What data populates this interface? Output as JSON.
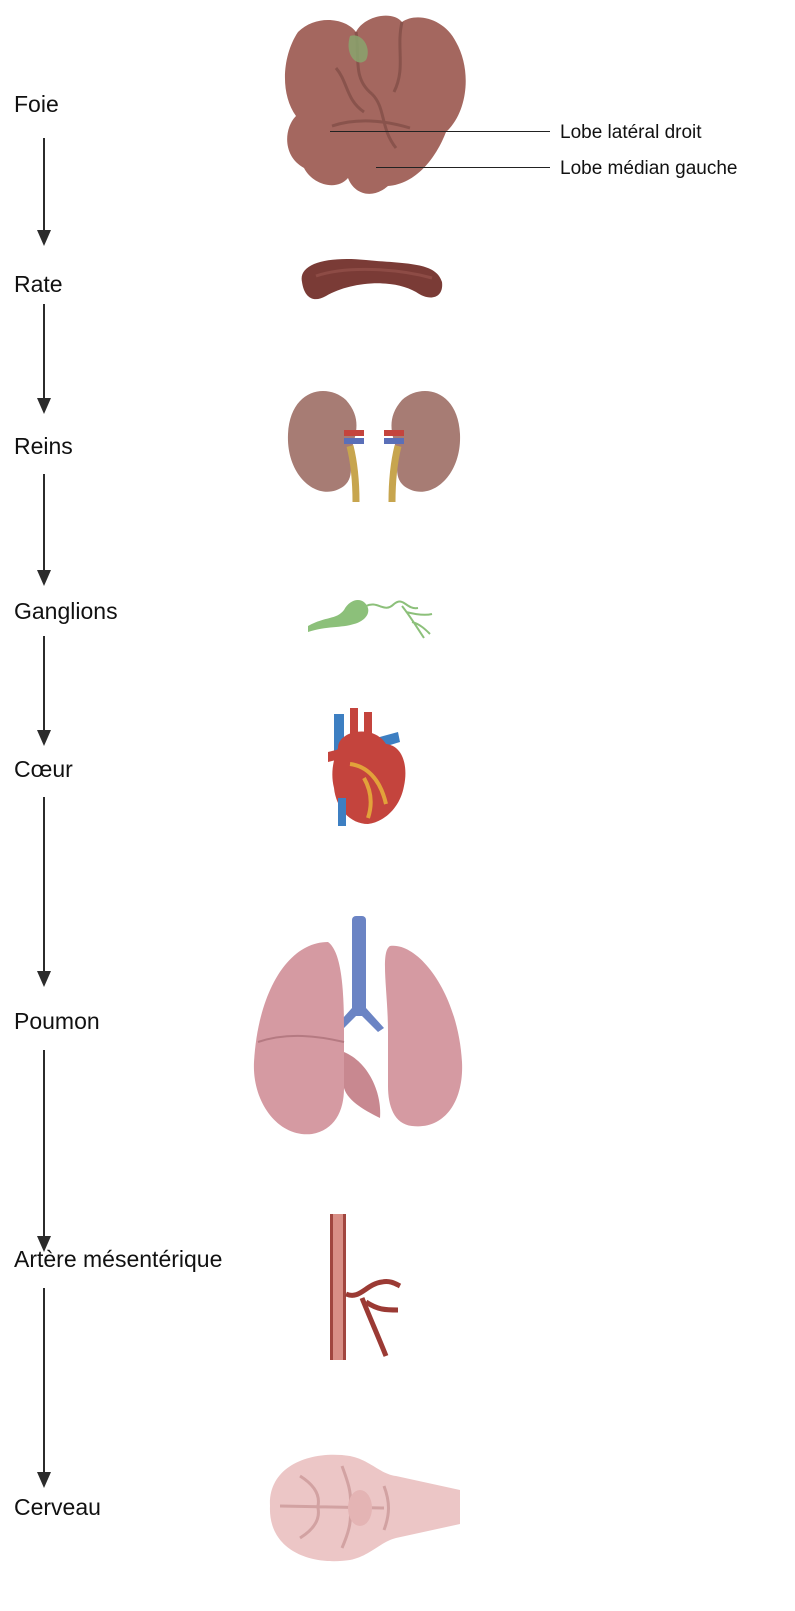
{
  "organs": [
    {
      "label": "Foie",
      "icon": "liver-icon"
    },
    {
      "label": "Rate",
      "icon": "spleen-icon"
    },
    {
      "label": "Reins",
      "icon": "kidneys-icon"
    },
    {
      "label": "Ganglions",
      "icon": "ganglion-icon"
    },
    {
      "label": "Cœur",
      "icon": "heart-icon"
    },
    {
      "label": "Poumon",
      "icon": "lungs-icon"
    },
    {
      "label": "Artère mésentérique",
      "icon": "mesenteric-artery-icon"
    },
    {
      "label": "Cerveau",
      "icon": "brain-icon"
    }
  ],
  "liver_callouts": [
    "Lobe latéral droit",
    "Lobe médian gauche"
  ],
  "colors": {
    "liver": "#a4675f",
    "spleen": "#7a3b36",
    "kidney": "#a77c74",
    "ganglion": "#8cc07a",
    "heart_red": "#c4443d",
    "heart_blue": "#3d7fc2",
    "lung": "#d59aa2",
    "trachea": "#6b84c4",
    "artery": "#b85c5c",
    "brain": "#ecc6c6"
  }
}
